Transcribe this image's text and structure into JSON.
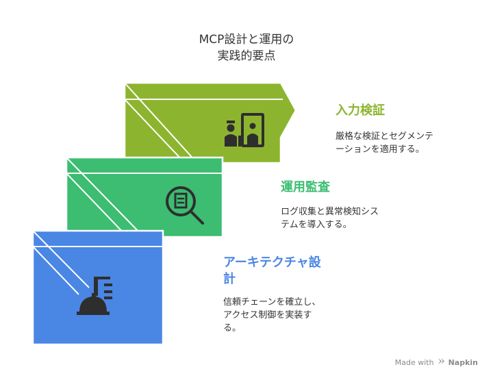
{
  "title": {
    "line1": "MCP設計と運用の",
    "line2": "実践的要点"
  },
  "steps": [
    {
      "heading": "入力検証",
      "desc_line1": "厳格な検証とセグメンテ",
      "desc_line2": "ーションを適用する。",
      "color": "#8db42f",
      "icon": "security-checkpoint-icon"
    },
    {
      "heading": "運用監査",
      "desc_line1": "ログ収集と異常検知シス",
      "desc_line2": "テムを導入する。",
      "color": "#3cbd71",
      "icon": "magnifier-document-icon"
    },
    {
      "heading_line1": "アーキテクチャ設",
      "heading_line2": "計",
      "desc_line1": "信頼チェーンを確立し、",
      "desc_line2": "アクセス制御を実装す",
      "desc_line3": "る。",
      "color": "#4a86e4",
      "icon": "hard-hat-building-icon"
    }
  ],
  "footer": {
    "prefix": "Made with",
    "brand": "Napkin"
  }
}
